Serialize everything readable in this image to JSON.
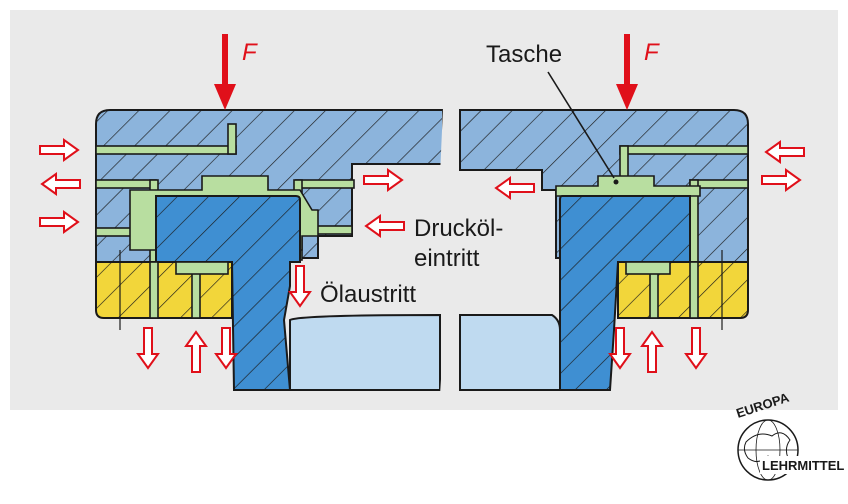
{
  "labels": {
    "force_left": "F",
    "force_right": "F",
    "pocket": "Tasche",
    "oil_inlet_line1": "Drucköl-",
    "oil_inlet_line2": "eintritt",
    "oil_outlet": "Ölaustritt"
  },
  "logo": {
    "top_text": "EUROPA",
    "bottom_text": "LEHRMITTEL"
  },
  "colors": {
    "panel_background": "#eaeaea",
    "blue_light": "#8cb4dc",
    "blue_dark": "#3f8fd2",
    "oil_green": "#b8dea0",
    "bronze_yellow": "#f2d63a",
    "shaft_light": "#bfdaf0",
    "arrow_red": "#e0101a",
    "outline": "#1a1a1a"
  }
}
